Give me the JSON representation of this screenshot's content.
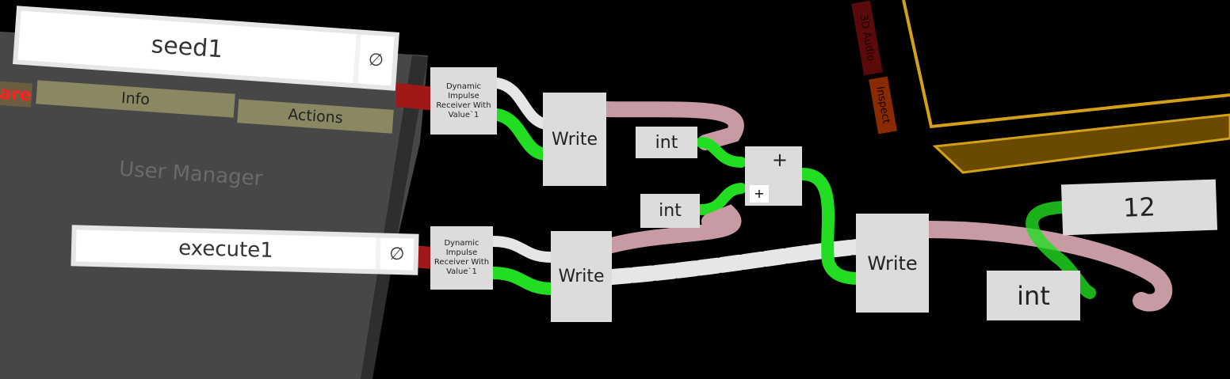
{
  "left_panel": {
    "ghost_title": "User Manager",
    "tab_partial": "are",
    "tabs": [
      "Info",
      "Actions"
    ]
  },
  "inputs": {
    "seed": {
      "value": "seed1",
      "null_button": "∅"
    },
    "execute": {
      "value": "execute1",
      "null_button": "∅"
    }
  },
  "nodes": {
    "receiver_label": "Dynamic Impulse Receiver With Value`1",
    "write_label": "Write",
    "int_label": "int",
    "add_label": "+",
    "add_input_label": "+",
    "display_value": "12"
  },
  "side_tabs": [
    "3D Audio",
    "Inspect"
  ],
  "colors": {
    "wire_impulse": "#e8e8e8",
    "wire_value": "#22dd22",
    "wire_int": "#c8a0a8",
    "panel": "#4a4a4a",
    "tab": "#8a8862",
    "frame": "#d4a017"
  }
}
